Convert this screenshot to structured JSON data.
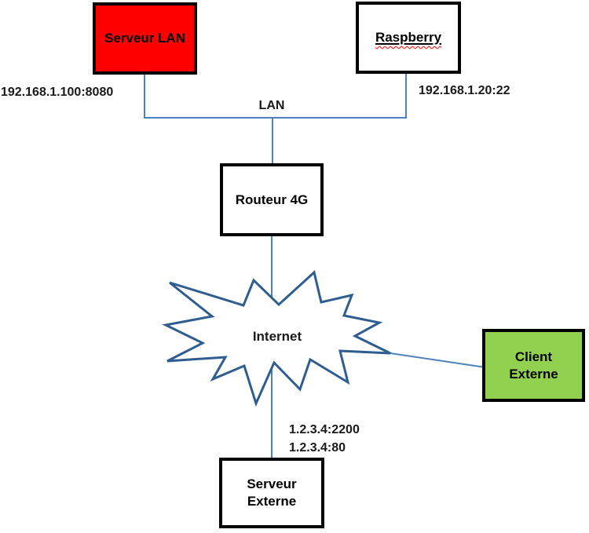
{
  "nodes": {
    "serveur_lan": {
      "label": "Serveur LAN"
    },
    "raspberry": {
      "label": "Raspberry"
    },
    "routeur_4g": {
      "label": "Routeur 4G"
    },
    "internet": {
      "label": "Internet"
    },
    "client_externe": {
      "label": "Client Externe"
    },
    "serveur_externe": {
      "label": "Serveur Externe"
    }
  },
  "labels": {
    "serveur_lan_ip": "192.168.1.100:8080",
    "raspberry_ip": "192.168.1.20:22",
    "lan": "LAN",
    "external_endpoints": [
      "1.2.3.4:2200",
      "1.2.3.4:80"
    ]
  },
  "colors": {
    "connector": "#4f81bd",
    "cloud_outline": "#2f5d8f",
    "serveur_lan_fill": "#ff0000",
    "client_externe_fill": "#92d050",
    "box_border": "#000000",
    "text": "#000000"
  }
}
